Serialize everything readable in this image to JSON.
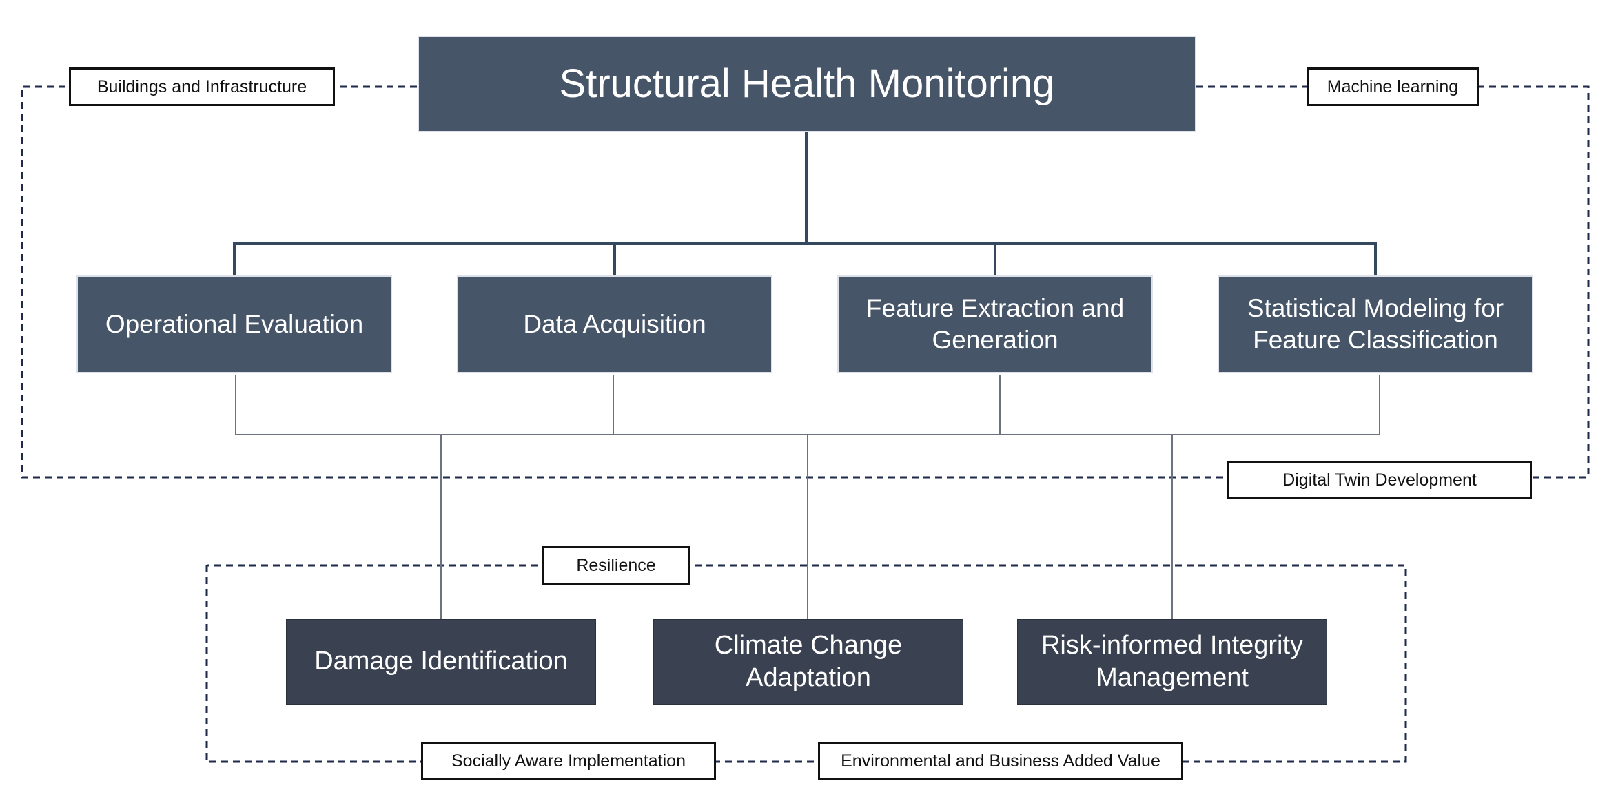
{
  "diagram": {
    "root": "Structural Health Monitoring",
    "stages": [
      "Operational Evaluation",
      "Data Acquisition",
      "Feature Extraction and Generation",
      "Statistical Modeling for Feature Classification"
    ],
    "outcomes": [
      "Damage Identification",
      "Climate Change Adaptation",
      "Risk-informed Integrity Management"
    ],
    "labels": {
      "buildings": "Buildings and Infrastructure",
      "machine_learning": "Machine learning",
      "digital_twin": "Digital Twin Development",
      "resilience": "Resilience",
      "socially_aware": "Socially Aware Implementation",
      "environmental": "Environmental and Business Added Value"
    },
    "colors": {
      "box_primary": "#475569",
      "box_secondary": "#3a4150",
      "connector": "#34495e",
      "dashed_frame": "#1f2a4a"
    }
  }
}
